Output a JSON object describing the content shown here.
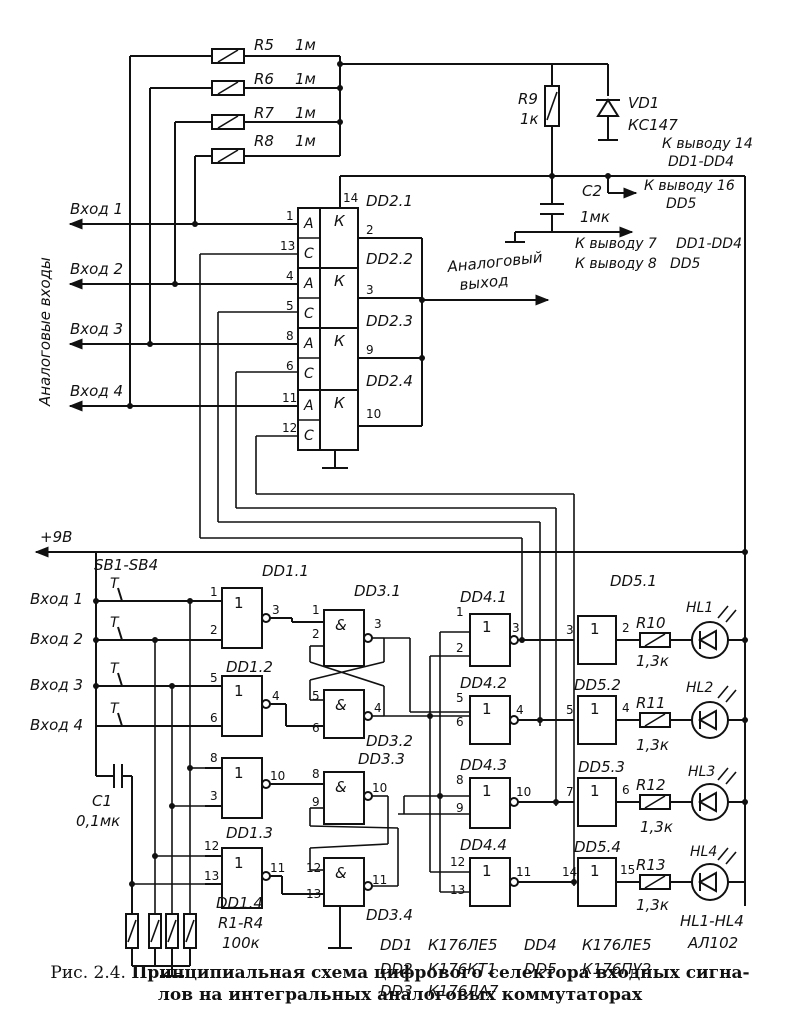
{
  "labels": {
    "r5": "R5",
    "r5v": "1м",
    "r6": "R6",
    "r6v": "1м",
    "r7": "R7",
    "r7v": "1м",
    "r8": "R8",
    "r8v": "1м",
    "r9": "R9",
    "r9v": "1к",
    "vd1": "VD1",
    "vd1v": "КС147",
    "pin14": "К выводу 14",
    "pin14dd": "DD1-DD4",
    "c2": "C2",
    "c2v": "1мк",
    "pin16": "К выводу 16",
    "pin16dd": "DD5",
    "pin7": "К выводу 7",
    "pin7dd": "DD1-DD4",
    "pin8": "К выводу 8",
    "pin8dd": "DD5",
    "in1": "Вход 1",
    "in2": "Вход 2",
    "in3": "Вход 3",
    "in4": "Вход 4",
    "analog_inputs": "Аналоговые входы",
    "analog_out1": "Аналоговый",
    "analog_out2": "выход",
    "dd21": "DD2.1",
    "dd22": "DD2.2",
    "dd23": "DD2.3",
    "dd24": "DD2.4",
    "plus9": "+9В",
    "sb": "SB1-SB4",
    "dd11": "DD1.1",
    "dd12": "DD1.2",
    "dd13": "DD1.3",
    "dd14": "DD1.4",
    "dd31": "DD3.1",
    "dd32": "DD3.2",
    "dd33": "DD3.3",
    "dd34": "DD3.4",
    "dd41": "DD4.1",
    "dd42": "DD4.2",
    "dd43": "DD4.3",
    "dd44": "DD4.4",
    "dd51": "DD5.1",
    "dd52": "DD5.2",
    "dd53": "DD5.3",
    "dd54": "DD5.4",
    "r10": "R10",
    "r11": "R11",
    "r12": "R12",
    "r13": "R13",
    "rled": "1,3к",
    "hl1": "HL1",
    "hl2": "HL2",
    "hl3": "HL3",
    "hl4": "HL4",
    "hlrange": "HL1-HL4",
    "al102": "АЛ102",
    "c1": "C1",
    "c1v": "0,1мк",
    "r1r4": "R1-R4",
    "r1r4v": "100к",
    "t_dd1": "DD1",
    "t_dd1p": "К176ЛЕ5",
    "t_dd2": "DD2",
    "t_dd2p": "К176КТ1",
    "t_dd3": "DD3",
    "t_dd3p": "К176ЛА7",
    "t_dd4": "DD4",
    "t_dd4p": "К176ЛЕ5",
    "t_dd5": "DD5",
    "t_dd5p": "К176ПУ2",
    "sym_or": "1",
    "sym_and": "&",
    "sym_k": "К",
    "sym_a": "А",
    "sym_c": "С",
    "sym_t": "Т"
  },
  "caption": {
    "prefix": "Рис. 2.4.",
    "line1": "Принципиальная схема цифрового селектора входных сигна-",
    "line2": "лов на интегральных аналоговых коммутаторах"
  }
}
